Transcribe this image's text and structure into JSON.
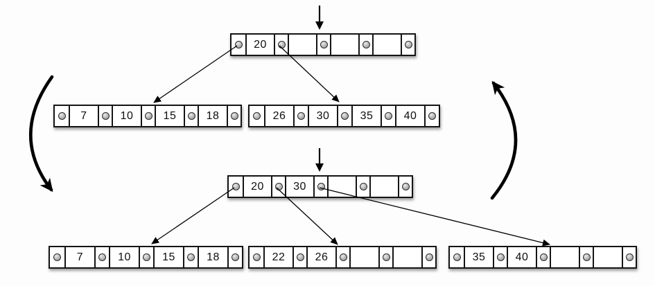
{
  "diagram": {
    "type": "b-tree-insertion-split",
    "description": "Two states of a B-tree of order 5: before and after an insertion that splits the right leaf and promotes a key to the root",
    "colors": {
      "background": "#fdfdfd",
      "node_fill": "#ffffff",
      "line": "#000000"
    }
  },
  "states": {
    "before": {
      "root": {
        "keys": [
          "20",
          "",
          "",
          ""
        ]
      },
      "children": [
        {
          "keys": [
            "7",
            "10",
            "15",
            "18"
          ]
        },
        {
          "keys": [
            "26",
            "30",
            "35",
            "40"
          ]
        }
      ]
    },
    "after": {
      "root": {
        "keys": [
          "20",
          "30",
          "",
          ""
        ]
      },
      "children": [
        {
          "keys": [
            "7",
            "10",
            "15",
            "18"
          ]
        },
        {
          "keys": [
            "22",
            "26",
            "",
            ""
          ]
        },
        {
          "keys": [
            "35",
            "40",
            "",
            ""
          ]
        }
      ]
    }
  },
  "connections": {
    "before": [
      {
        "from": "root.pointer.0",
        "to": "children.0"
      },
      {
        "from": "root.pointer.1",
        "to": "children.1"
      }
    ],
    "after": [
      {
        "from": "root.pointer.0",
        "to": "children.0"
      },
      {
        "from": "root.pointer.1",
        "to": "children.1"
      },
      {
        "from": "root.pointer.2",
        "to": "children.2"
      }
    ],
    "insert_cursors": [
      {
        "state": "before",
        "points_at": "root"
      },
      {
        "state": "after",
        "points_at": "root"
      }
    ],
    "transitions": [
      {
        "side": "left",
        "direction": "down",
        "from": "before",
        "to": "after"
      },
      {
        "side": "right",
        "direction": "up",
        "from": "after",
        "to": "before"
      }
    ]
  }
}
